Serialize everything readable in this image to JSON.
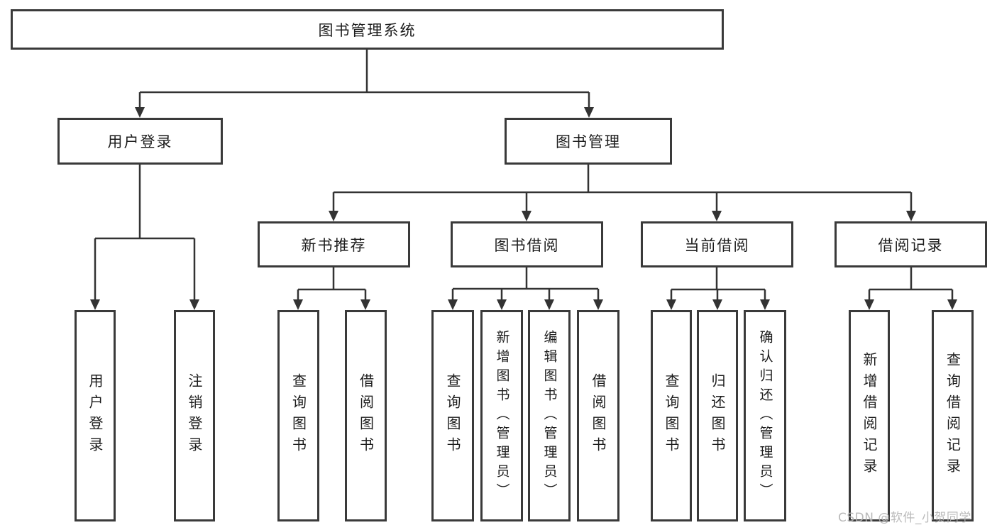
{
  "root": {
    "label": "图书管理系统"
  },
  "branches": [
    {
      "label": "用户登录",
      "children": [
        {
          "label": "用户登录"
        },
        {
          "label": "注销登录"
        }
      ]
    },
    {
      "label": "图书管理",
      "children": [
        {
          "label": "新书推荐",
          "children": [
            {
              "label": "查询图书"
            },
            {
              "label": "借阅图书"
            }
          ]
        },
        {
          "label": "图书借阅",
          "children": [
            {
              "label": "查询图书"
            },
            {
              "label": "新增图书（管理员）"
            },
            {
              "label": "编辑图书（管理员）"
            },
            {
              "label": "借阅图书"
            }
          ]
        },
        {
          "label": "当前借阅",
          "children": [
            {
              "label": "查询图书"
            },
            {
              "label": "归还图书"
            },
            {
              "label": "确认归还（管理员）"
            }
          ]
        },
        {
          "label": "借阅记录",
          "children": [
            {
              "label": "新增借阅记录"
            },
            {
              "label": "查询借阅记录"
            }
          ]
        }
      ]
    }
  ],
  "watermark": "CSDN @软件_小贺同学",
  "colors": {
    "background": "#ffffff",
    "box_border": "#3a3a3a",
    "connector": "#333333",
    "text": "#1c1c1c",
    "watermark": "#b3b3b3"
  }
}
